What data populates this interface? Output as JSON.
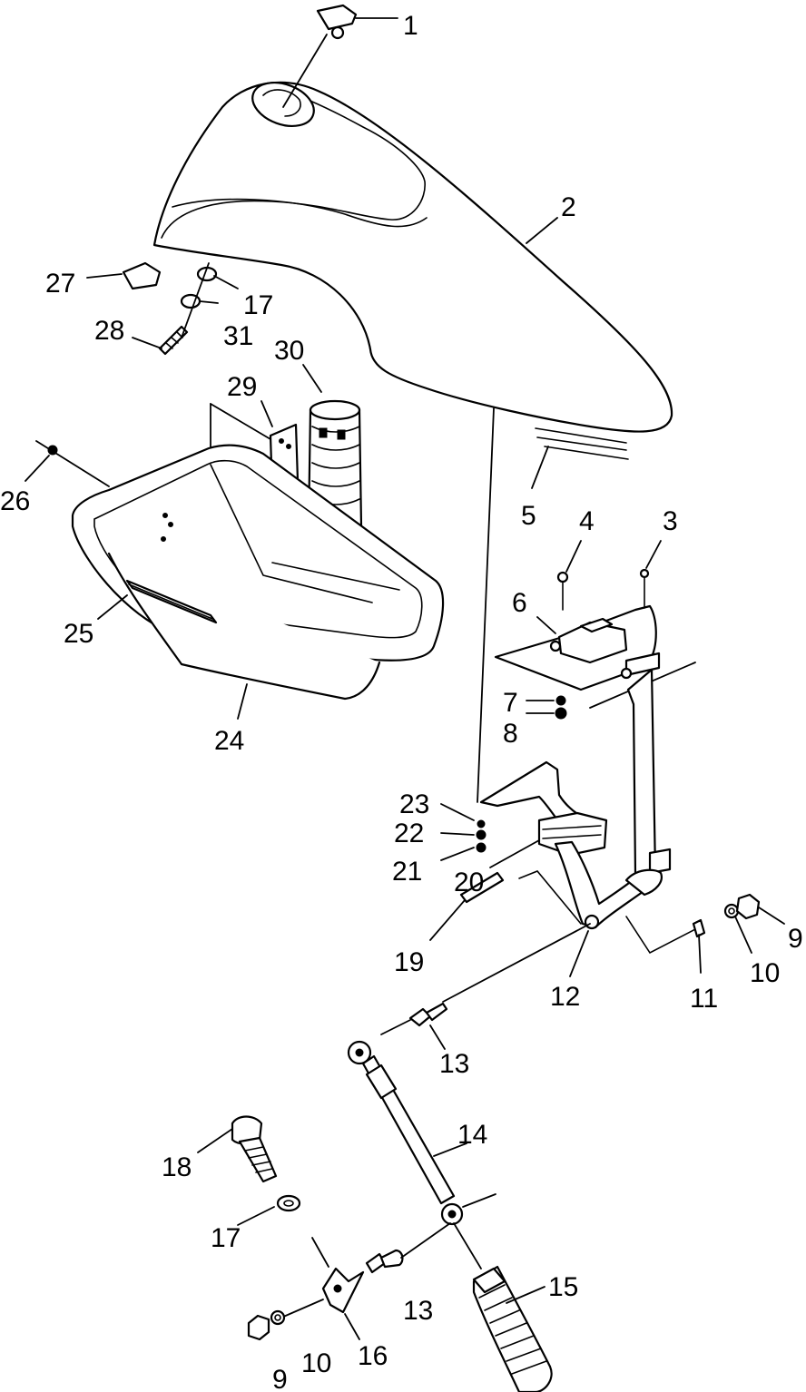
{
  "diagram": {
    "callouts": [
      {
        "id": "c1",
        "text": "1"
      },
      {
        "id": "c2",
        "text": "2"
      },
      {
        "id": "c3",
        "text": "3"
      },
      {
        "id": "c4",
        "text": "4"
      },
      {
        "id": "c5",
        "text": "5"
      },
      {
        "id": "c6",
        "text": "6"
      },
      {
        "id": "c7",
        "text": "7"
      },
      {
        "id": "c8",
        "text": "8"
      },
      {
        "id": "c9a",
        "text": "9"
      },
      {
        "id": "c9b",
        "text": "9"
      },
      {
        "id": "c10a",
        "text": "10"
      },
      {
        "id": "c10b",
        "text": "10"
      },
      {
        "id": "c11",
        "text": "11"
      },
      {
        "id": "c12",
        "text": "12"
      },
      {
        "id": "c13a",
        "text": "13"
      },
      {
        "id": "c13b",
        "text": "13"
      },
      {
        "id": "c14",
        "text": "14"
      },
      {
        "id": "c15",
        "text": "15"
      },
      {
        "id": "c16",
        "text": "16"
      },
      {
        "id": "c17a",
        "text": "17"
      },
      {
        "id": "c17b",
        "text": "17"
      },
      {
        "id": "c18",
        "text": "18"
      },
      {
        "id": "c19",
        "text": "19"
      },
      {
        "id": "c20",
        "text": "20"
      },
      {
        "id": "c21",
        "text": "21"
      },
      {
        "id": "c22",
        "text": "22"
      },
      {
        "id": "c23",
        "text": "23"
      },
      {
        "id": "c24",
        "text": "24"
      },
      {
        "id": "c25",
        "text": "25"
      },
      {
        "id": "c26",
        "text": "26"
      },
      {
        "id": "c27",
        "text": "27"
      },
      {
        "id": "c28",
        "text": "28"
      },
      {
        "id": "c29",
        "text": "29"
      },
      {
        "id": "c30",
        "text": "30"
      },
      {
        "id": "c31",
        "text": "31"
      }
    ]
  }
}
